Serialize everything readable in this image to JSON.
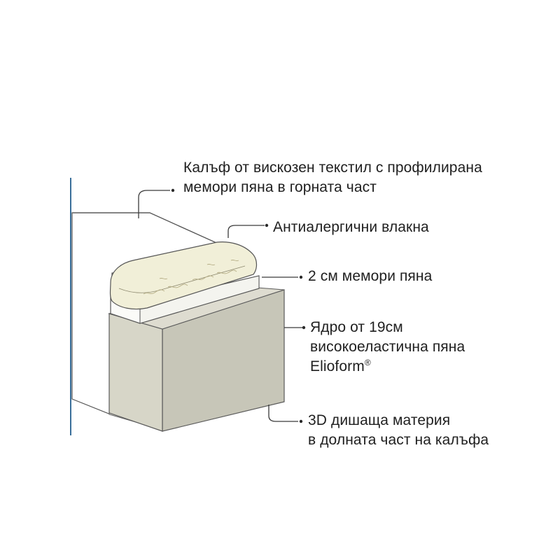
{
  "labels": {
    "cover": {
      "line1": "Калъф от вискозен текстил с профилирана",
      "line2": "мемори пяна в горната част"
    },
    "fibers": "Антиалергични влакна",
    "memory_foam": "2 см мемори пяна",
    "core": {
      "line1": "Ядро от 19см",
      "line2": "високоеластична пяна",
      "line3": "Elioform",
      "line3_mark": "®"
    },
    "bottom_fabric": {
      "line1": "3D дишаща материя",
      "line2": "в долната част на калъфа"
    }
  },
  "colors": {
    "background": "#ffffff",
    "outline": "#4a4a4a",
    "wall_line": "#3a6f9a",
    "top_fiber_layer": "#f1efd8",
    "memory_layer": "#fbfbf8",
    "core_front": "#d7d6c8",
    "core_side": "#c7c6b8",
    "cover_body": "#ffffff",
    "text": "#1f1f1f"
  }
}
